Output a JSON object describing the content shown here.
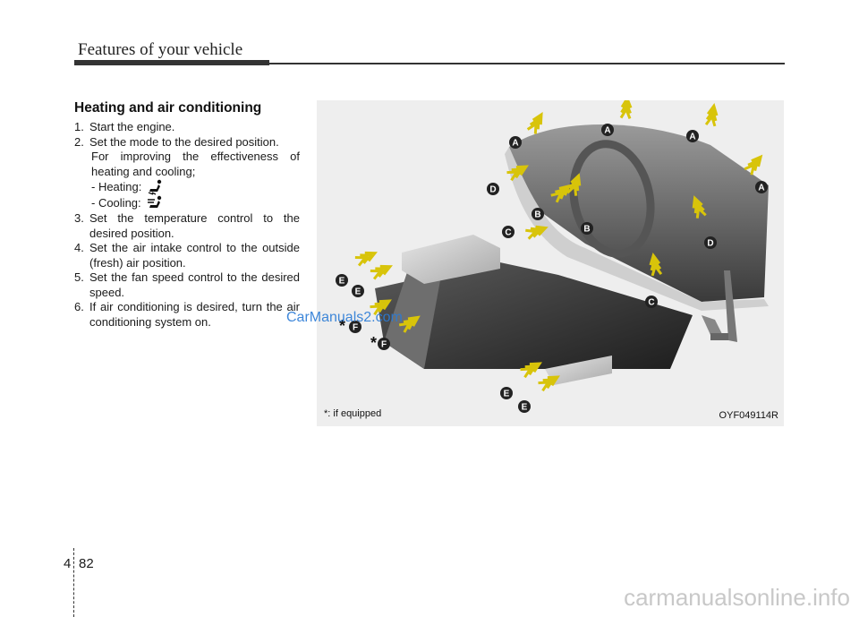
{
  "header": {
    "title": "Features of your vehicle"
  },
  "section": {
    "title": "Heating and air conditioning",
    "steps": [
      {
        "num": "1.",
        "text": "Start the engine."
      },
      {
        "num": "2.",
        "text": "Set the mode to the desired position.",
        "note": "For improving the effectiveness of heating and cooling;",
        "heating": "- Heating:",
        "cooling": "- Cooling:"
      },
      {
        "num": "3.",
        "text": "Set the temperature control to the desired position."
      },
      {
        "num": "4.",
        "text": "Set the air intake control to the outside (fresh) air position."
      },
      {
        "num": "5.",
        "text": "Set the fan speed control to the desired speed."
      },
      {
        "num": "6.",
        "text": "If air conditioning is desired, turn the air conditioning system on."
      }
    ]
  },
  "figure": {
    "note": "*: if equipped",
    "code": "OYF049114R",
    "vent_labels": [
      "A",
      "A",
      "A",
      "A",
      "D",
      "B",
      "B",
      "C",
      "D",
      "E",
      "E",
      "F",
      "F",
      "C",
      "E",
      "E"
    ],
    "star": "*"
  },
  "watermark": "CarManuals2.com",
  "footer": {
    "chapter": "4",
    "page": "82",
    "site": "carmanualsonline.info"
  },
  "colors": {
    "arrow": "#d8c40a",
    "label_bg": "#222222",
    "rule": "#333333"
  }
}
